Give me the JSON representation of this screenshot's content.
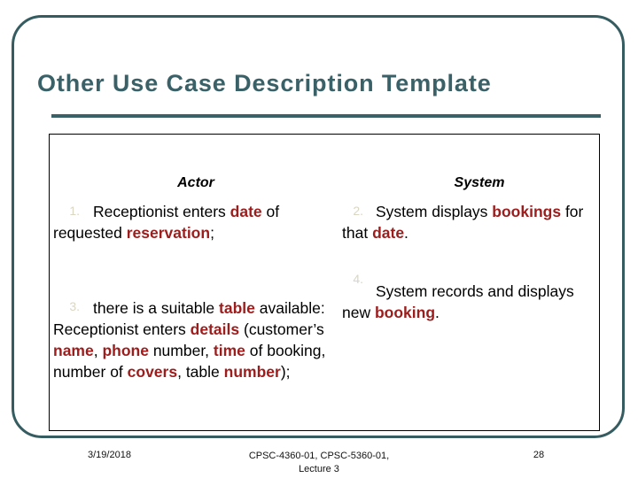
{
  "slide": {
    "title": "Other Use Case Description Template",
    "colors": {
      "frame": "#355c60",
      "title": "#3a6167",
      "rule": "#3a6167",
      "highlight": "#9d1c1c",
      "list_number": "#d9d6c2",
      "body_text": "#000000",
      "box_border": "#000000"
    }
  },
  "table": {
    "columns": [
      {
        "header": "Actor"
      },
      {
        "header": "System"
      }
    ],
    "actor_steps": [
      {
        "number": "1.",
        "segments": [
          {
            "text": "Receptionist enters ",
            "highlight": false
          },
          {
            "text": "date",
            "highlight": true
          },
          {
            "text": " of requested ",
            "highlight": false
          },
          {
            "text": "reservation",
            "highlight": true
          },
          {
            "text": ";",
            "highlight": false
          }
        ]
      },
      {
        "number": "3.",
        "segments": [
          {
            "text": "there is a suitable ",
            "highlight": false
          },
          {
            "text": "table",
            "highlight": true
          },
          {
            "text": " available: Receptionist enters ",
            "highlight": false
          },
          {
            "text": "details",
            "highlight": true
          },
          {
            "text": " (customer’s ",
            "highlight": false
          },
          {
            "text": "name",
            "highlight": true
          },
          {
            "text": ", ",
            "highlight": false
          },
          {
            "text": "phone",
            "highlight": true
          },
          {
            "text": " number, ",
            "highlight": false
          },
          {
            "text": "time",
            "highlight": true
          },
          {
            "text": " of booking, number of ",
            "highlight": false
          },
          {
            "text": "covers",
            "highlight": true
          },
          {
            "text": ", table ",
            "highlight": false
          },
          {
            "text": "number",
            "highlight": true
          },
          {
            "text": ");",
            "highlight": false
          }
        ]
      }
    ],
    "system_steps": [
      {
        "number": "2.",
        "segments": [
          {
            "text": "System displays ",
            "highlight": false
          },
          {
            "text": "bookings",
            "highlight": true
          },
          {
            "text": " for that ",
            "highlight": false
          },
          {
            "text": "date",
            "highlight": true
          },
          {
            "text": ".",
            "highlight": false
          }
        ]
      },
      {
        "number": "4.",
        "segments": [
          {
            "text": "System records and displays new ",
            "highlight": false
          },
          {
            "text": "booking",
            "highlight": true
          },
          {
            "text": ".",
            "highlight": false
          }
        ]
      }
    ]
  },
  "footer": {
    "date": "3/19/2018",
    "course_line1": "CPSC-4360-01, CPSC-5360-01,",
    "course_line2": "Lecture 3",
    "page_number": "28"
  }
}
